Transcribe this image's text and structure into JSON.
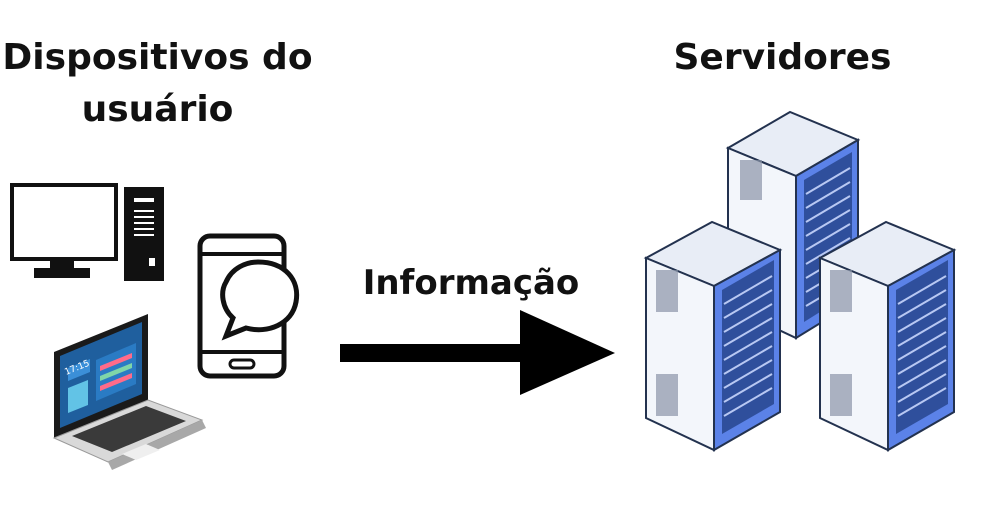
{
  "labels": {
    "user_devices": "Dispositivos do usuário",
    "servers": "Servidores",
    "flow": "Informação",
    "laptop_clock": "17:15"
  },
  "icons": {
    "desktop": "desktop-computer-icon",
    "smartphone": "smartphone-chat-icon",
    "laptop": "laptop-icon",
    "arrow": "arrow-right-icon",
    "server": "server-rack-icon"
  },
  "colors": {
    "text": "#111111",
    "server_side": "#5b82e8",
    "server_front": "#f3f6fb",
    "server_outline": "#23324f",
    "laptop_screen": "#1f5f9e"
  }
}
